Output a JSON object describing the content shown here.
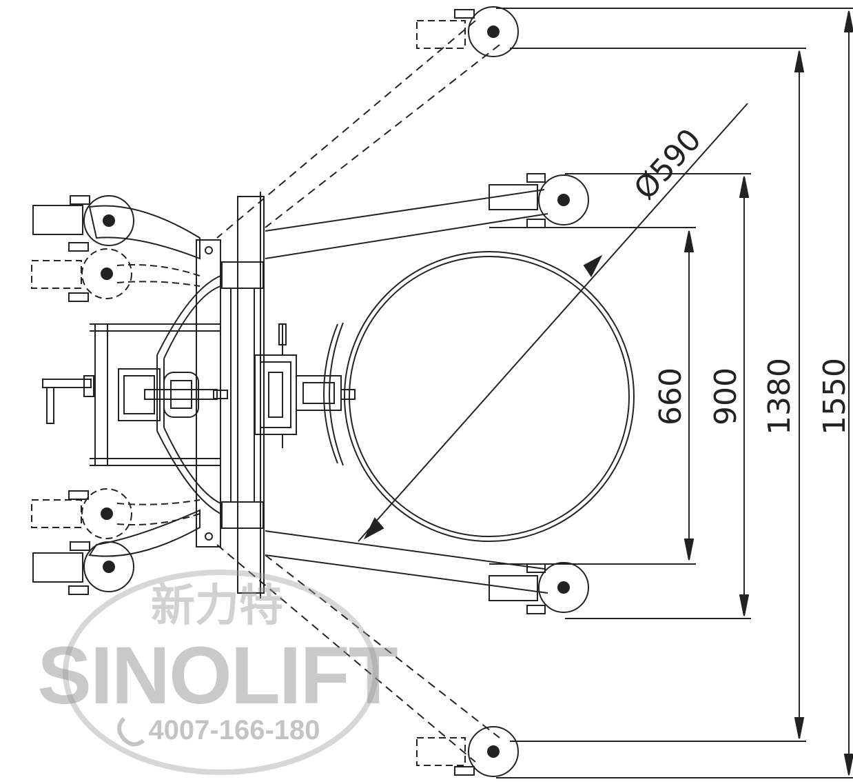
{
  "dimensions": {
    "drum_diameter": "Ø590",
    "inner_width": "660",
    "leg_inner_width": "900",
    "leg_outer_width": "1380",
    "overall_width": "1550"
  },
  "watermark": {
    "chinese_name": "新力特",
    "brand": "SINOLIFT",
    "phone": "4007-166-180"
  },
  "colors": {
    "line": "#222222",
    "watermark": "#8a8a8a"
  },
  "icons": {
    "phone": "phone-icon"
  }
}
